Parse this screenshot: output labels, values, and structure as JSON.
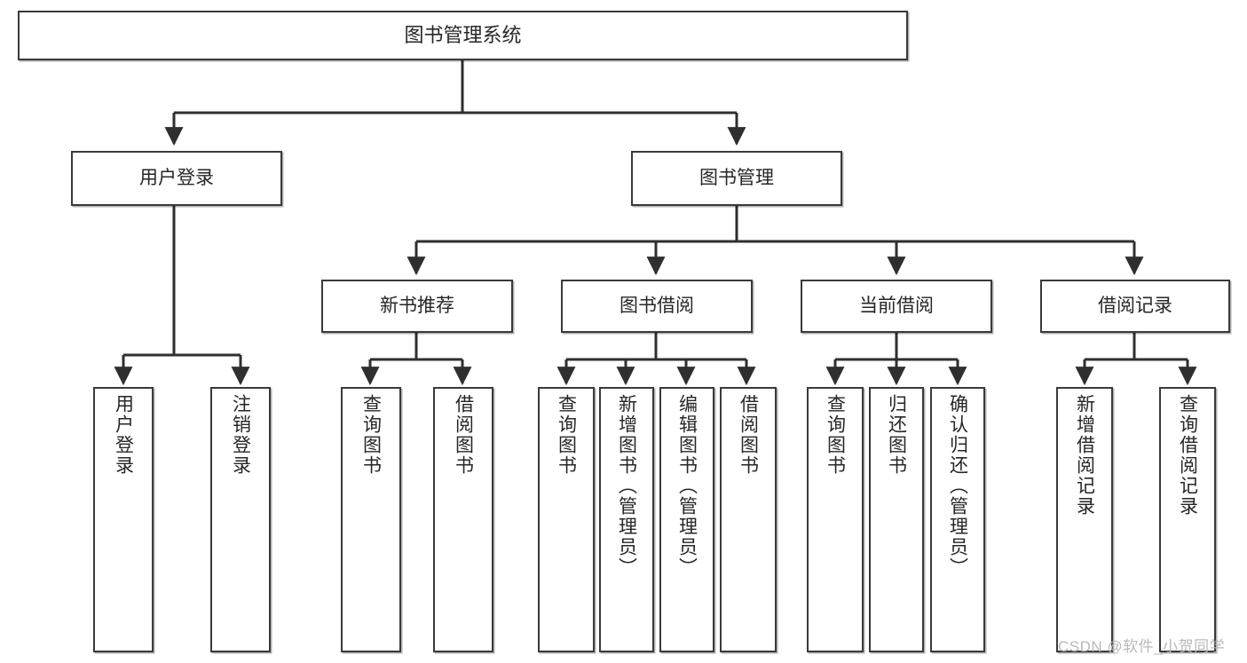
{
  "diagram": {
    "title": "图书管理系统",
    "type": "tree-hierarchy-chart",
    "watermark": "CSDN @软件_小贺同学",
    "colors": {
      "border": "#3a3a3a",
      "background": "#ffffff",
      "text": "#262626",
      "edge": "#2f2f2f",
      "watermark": "#b9b9b9"
    },
    "nodes": {
      "root": {
        "label": "图书管理系统"
      },
      "level2": [
        {
          "id": "user-login",
          "label": "用户登录"
        },
        {
          "id": "book-manage",
          "label": "图书管理"
        }
      ],
      "level3": [
        {
          "id": "new-book-recommend",
          "label": "新书推荐"
        },
        {
          "id": "book-borrow",
          "label": "图书借阅"
        },
        {
          "id": "current-borrow",
          "label": "当前借阅"
        },
        {
          "id": "borrow-record",
          "label": "借阅记录"
        }
      ],
      "leaves": {
        "user-login": [
          {
            "id": "leaf-user-login",
            "label": "用户登录"
          },
          {
            "id": "leaf-user-logout",
            "label": "注销登录"
          }
        ],
        "new-book-recommend": [
          {
            "id": "leaf-query-book-1",
            "label": "查询图书"
          },
          {
            "id": "leaf-borrow-book-1",
            "label": "借阅图书"
          }
        ],
        "book-borrow": [
          {
            "id": "leaf-query-book-2",
            "label": "查询图书"
          },
          {
            "id": "leaf-add-book",
            "label": "新增图书（管理员）"
          },
          {
            "id": "leaf-edit-book",
            "label": "编辑图书（管理员）"
          },
          {
            "id": "leaf-borrow-book-2",
            "label": "借阅图书"
          }
        ],
        "current-borrow": [
          {
            "id": "leaf-query-book-3",
            "label": "查询图书"
          },
          {
            "id": "leaf-return-book",
            "label": "归还图书"
          },
          {
            "id": "leaf-confirm-return",
            "label": "确认归还（管理员）"
          }
        ],
        "borrow-record": [
          {
            "id": "leaf-add-record",
            "label": "新增借阅记录"
          },
          {
            "id": "leaf-query-record",
            "label": "查询借阅记录"
          }
        ]
      }
    }
  }
}
